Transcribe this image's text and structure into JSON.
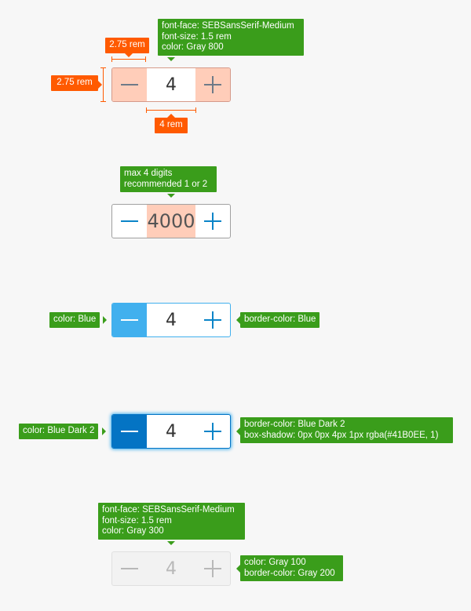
{
  "steppers": {
    "spec": {
      "value": "4"
    },
    "max_digits": {
      "value": "4000"
    },
    "hover": {
      "value": "4"
    },
    "active": {
      "value": "4"
    },
    "disabled": {
      "value": "4"
    }
  },
  "annotations": {
    "font_spec_top": [
      "font-face: SEBSansSerif-Medium",
      "font-size: 1.5 rem",
      "color: Gray 800"
    ],
    "dim_button_width": "2.75 rem",
    "dim_height": "2.75 rem",
    "dim_value_width": "4 rem",
    "max_digits": [
      "max 4 digits",
      "recommended 1 or 2"
    ],
    "hover_left": "color: Blue",
    "hover_right": "border-color: Blue",
    "active_left": "color: Blue Dark 2",
    "active_right": [
      "border-color: Blue Dark 2",
      "box-shadow: 0px 0px 4px 1px rgba(#41B0EE, 1)"
    ],
    "disabled_font": [
      "font-face: SEBSansSerif-Medium",
      "font-size: 1.5 rem",
      "color: Gray 300"
    ],
    "disabled_right": [
      "color: Gray 100",
      "border-color: Gray 200"
    ]
  },
  "colors": {
    "annotation_green": "#3a9d1b",
    "annotation_orange": "#ff5a00",
    "dimension_highlight": "#ffcdb9",
    "blue": "#41b0ee",
    "blue_dark_2": "#0474c4",
    "icon_blue": "#0a84c8"
  },
  "icons": {
    "decrement": "minus-icon",
    "increment": "plus-icon"
  }
}
